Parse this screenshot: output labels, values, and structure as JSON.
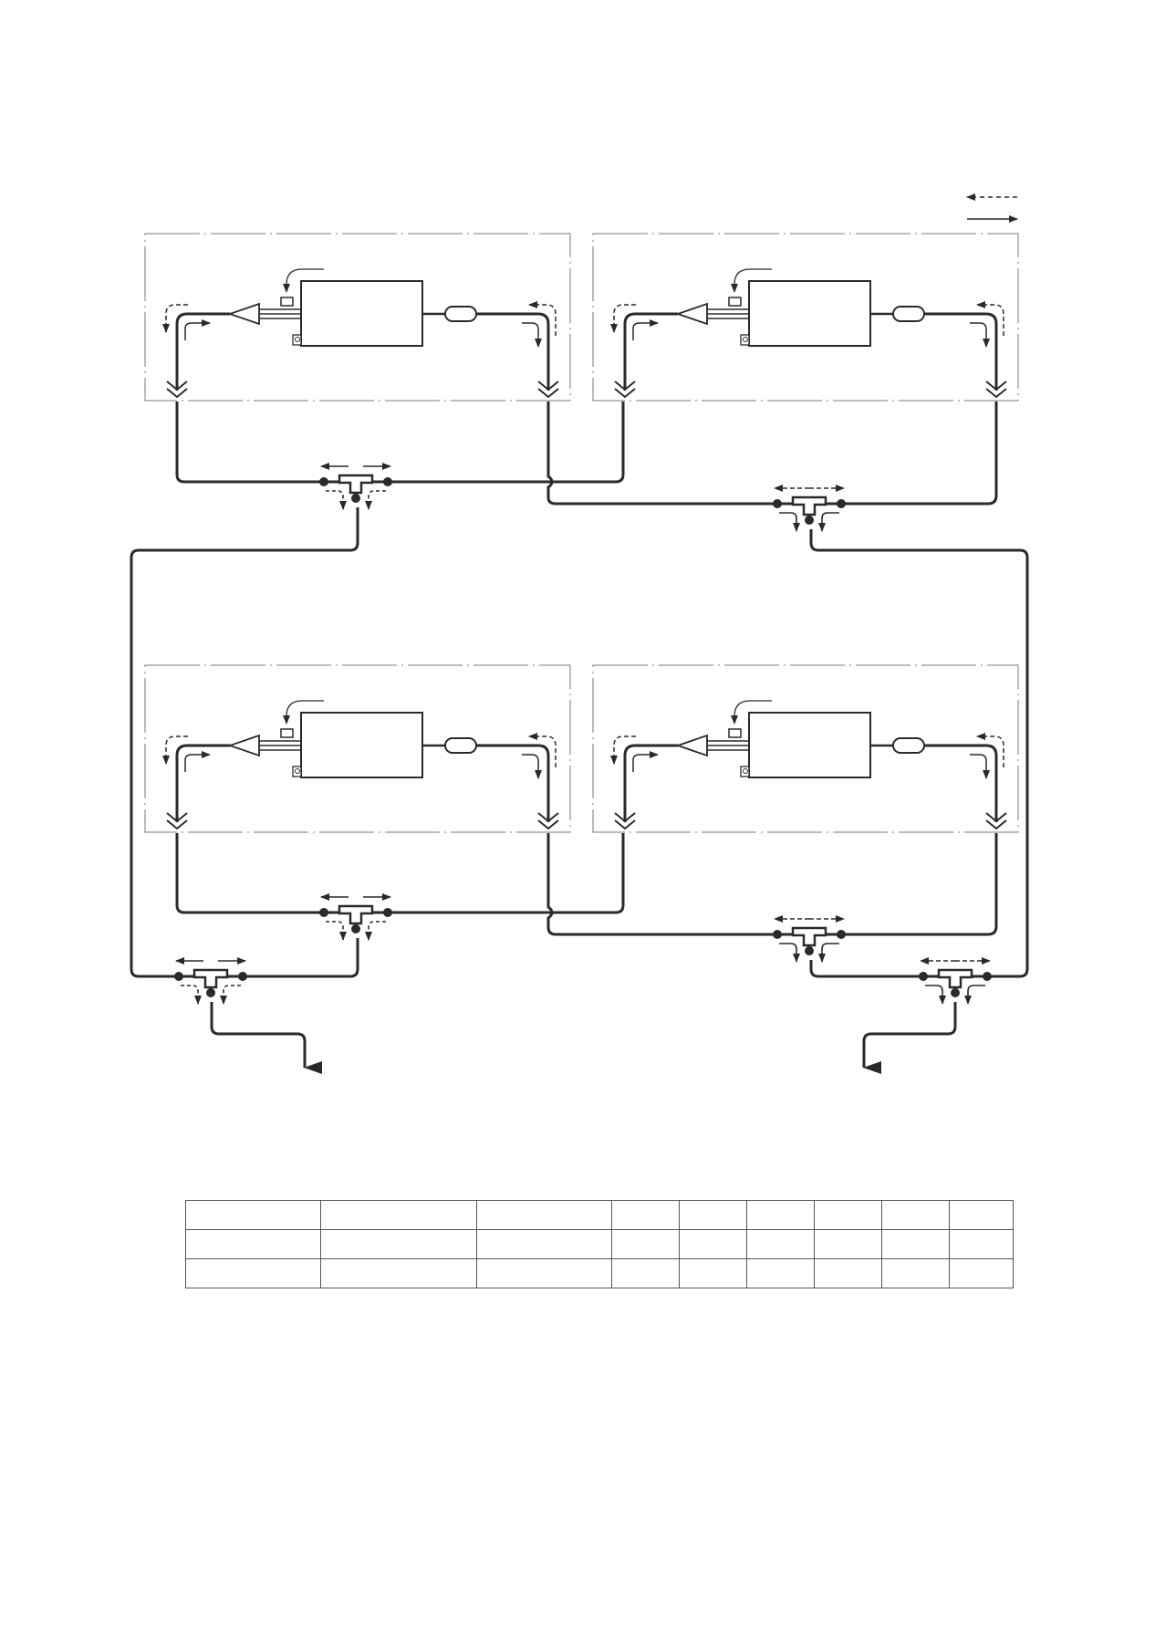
{
  "legend": [
    {
      "line_style": "dashed"
    },
    {
      "line_style": "solid"
    }
  ],
  "colors": {
    "line": "#2a2a2a",
    "frame": "#7a7a7a"
  },
  "icons": {
    "unit": "indoor-unit-block",
    "filter": "strainer-capsule-icon",
    "valve": "service-valve-icon",
    "branch": "branch-tee-icon",
    "flare": "flare-joint-icon",
    "outlet": "outlet-arrow-icon"
  },
  "table": {
    "rows": [
      [
        "",
        "",
        "",
        "",
        "",
        "",
        "",
        "",
        ""
      ],
      [
        "",
        "",
        "",
        "",
        "",
        "",
        "",
        "",
        ""
      ],
      [
        "",
        "",
        "",
        "",
        "",
        "",
        "",
        "",
        ""
      ]
    ]
  }
}
